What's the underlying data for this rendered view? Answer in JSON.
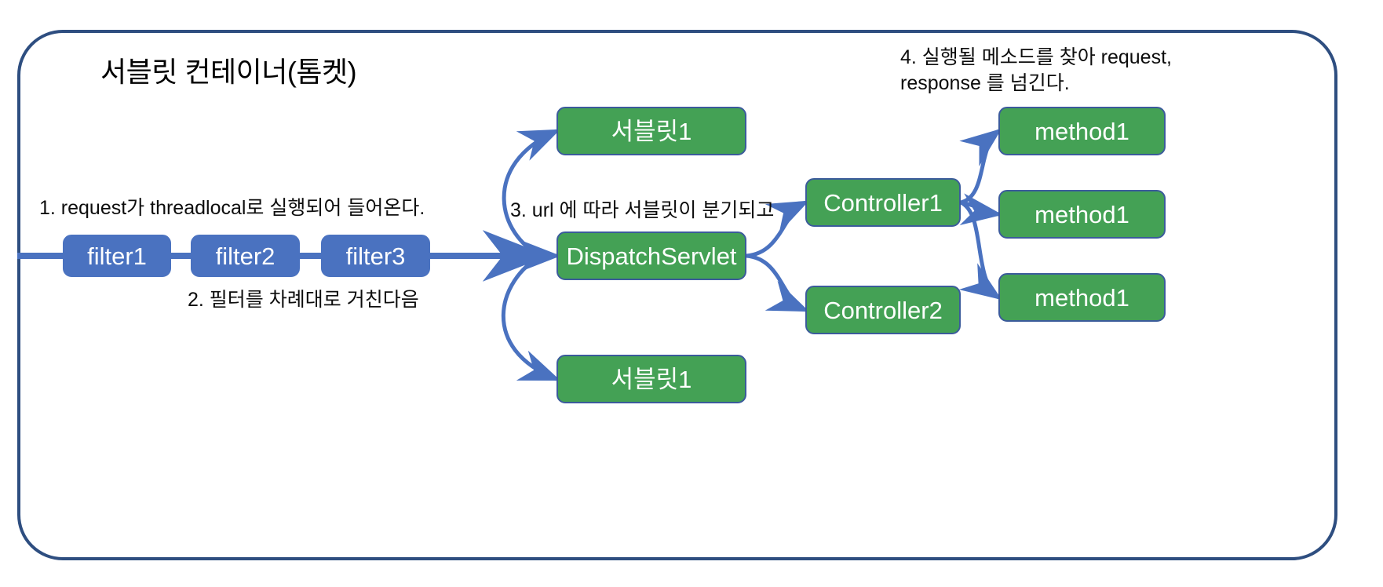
{
  "colors": {
    "container_border": "#2E4E80",
    "filter_fill": "#4A72C0",
    "node_fill": "#44A155",
    "node_border": "#3B5B9B",
    "arrow": "#4A72C0",
    "text_dark": "#0D0D0D",
    "text_light": "#FFFFFF",
    "background": "#FFFFFF"
  },
  "container": {
    "title": "서블릿 컨테이너(톰켓)"
  },
  "filters": [
    {
      "label": "filter1"
    },
    {
      "label": "filter2"
    },
    {
      "label": "filter3"
    }
  ],
  "servlets": [
    {
      "label": "서블릿1"
    },
    {
      "label": "서블릿1"
    }
  ],
  "dispatcher": {
    "label": "DispatchServlet"
  },
  "controllers": [
    {
      "label": "Controller1"
    },
    {
      "label": "Controller2"
    }
  ],
  "methods": [
    {
      "label": "method1"
    },
    {
      "label": "method1"
    },
    {
      "label": "method1"
    }
  ],
  "notes": [
    {
      "id": "note-1",
      "text": "1. request가 threadlocal로 실행되어 들어온다."
    },
    {
      "id": "note-2",
      "text": "2. 필터를 차례대로 거친다음"
    },
    {
      "id": "note-3",
      "text": "3. url 에 따라 서블릿이 분기되고"
    },
    {
      "id": "note-4",
      "text": "4. 실행될 메소드를 찾아 request, response 를 넘긴다."
    }
  ]
}
